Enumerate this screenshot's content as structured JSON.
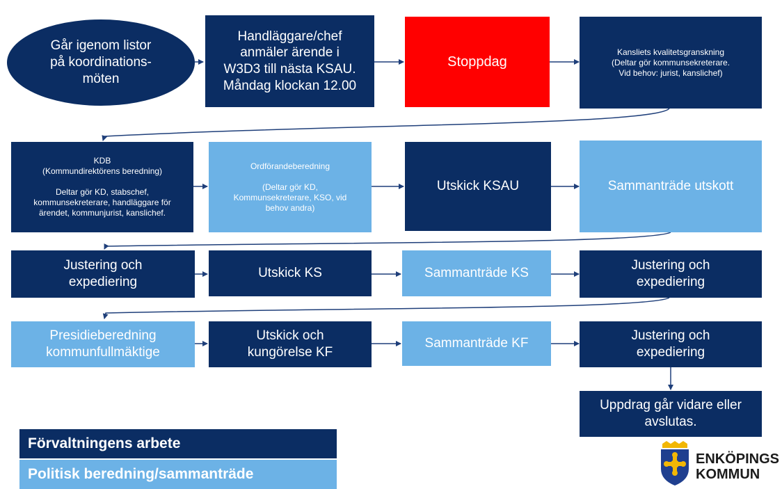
{
  "flow": {
    "start": "Går igenom listor\npå koordinations-\nmöten",
    "report": "Handläggare/chef\nanmäler ärende i\nW3D3 till nästa KSAU.\nMåndag klockan 12.00",
    "stop_day": "Stoppdag",
    "quality_review": "Kansliets kvalitetsgranskning\n(Deltar gör kommunsekreterare.\nVid behov: jurist, kanslichef)",
    "kdb": "KDB\n(Kommundirektörens beredning)\n\nDeltar gör KD, stabschef,\nkommunsekreterare, handläggare för\närendet, kommunjurist, kanslichef.",
    "chair_prep": "Ordförandeberedning\n\n(Deltar gör KD,\nKommunsekreterare, KSO, vid\nbehov andra)",
    "send_ksau": "Utskick KSAU",
    "meeting_committee": "Sammanträde utskott",
    "adjust_1": "Justering och\nexpediering",
    "send_ks": "Utskick KS",
    "meeting_ks": "Sammanträde KS",
    "adjust_2": "Justering och\nexpediering",
    "presidium_prep": "Presidieberedning\nkommunfullmäktige",
    "send_kf": "Utskick och\nkungörelse KF",
    "meeting_kf": "Sammanträde KF",
    "adjust_3": "Justering och\nexpediering",
    "final": "Uppdrag går vidare eller\navslutas."
  },
  "legend": {
    "admin": "Förvaltningens arbete",
    "political": "Politisk beredning/sammanträde"
  },
  "logo": {
    "text": "ENKÖPINGS\nKOMMUN"
  },
  "colors": {
    "dark_blue": "#0b2d63",
    "light_blue": "#6cb2e6",
    "stop_red": "#ff0000",
    "arrow": "#1f3f7a"
  }
}
